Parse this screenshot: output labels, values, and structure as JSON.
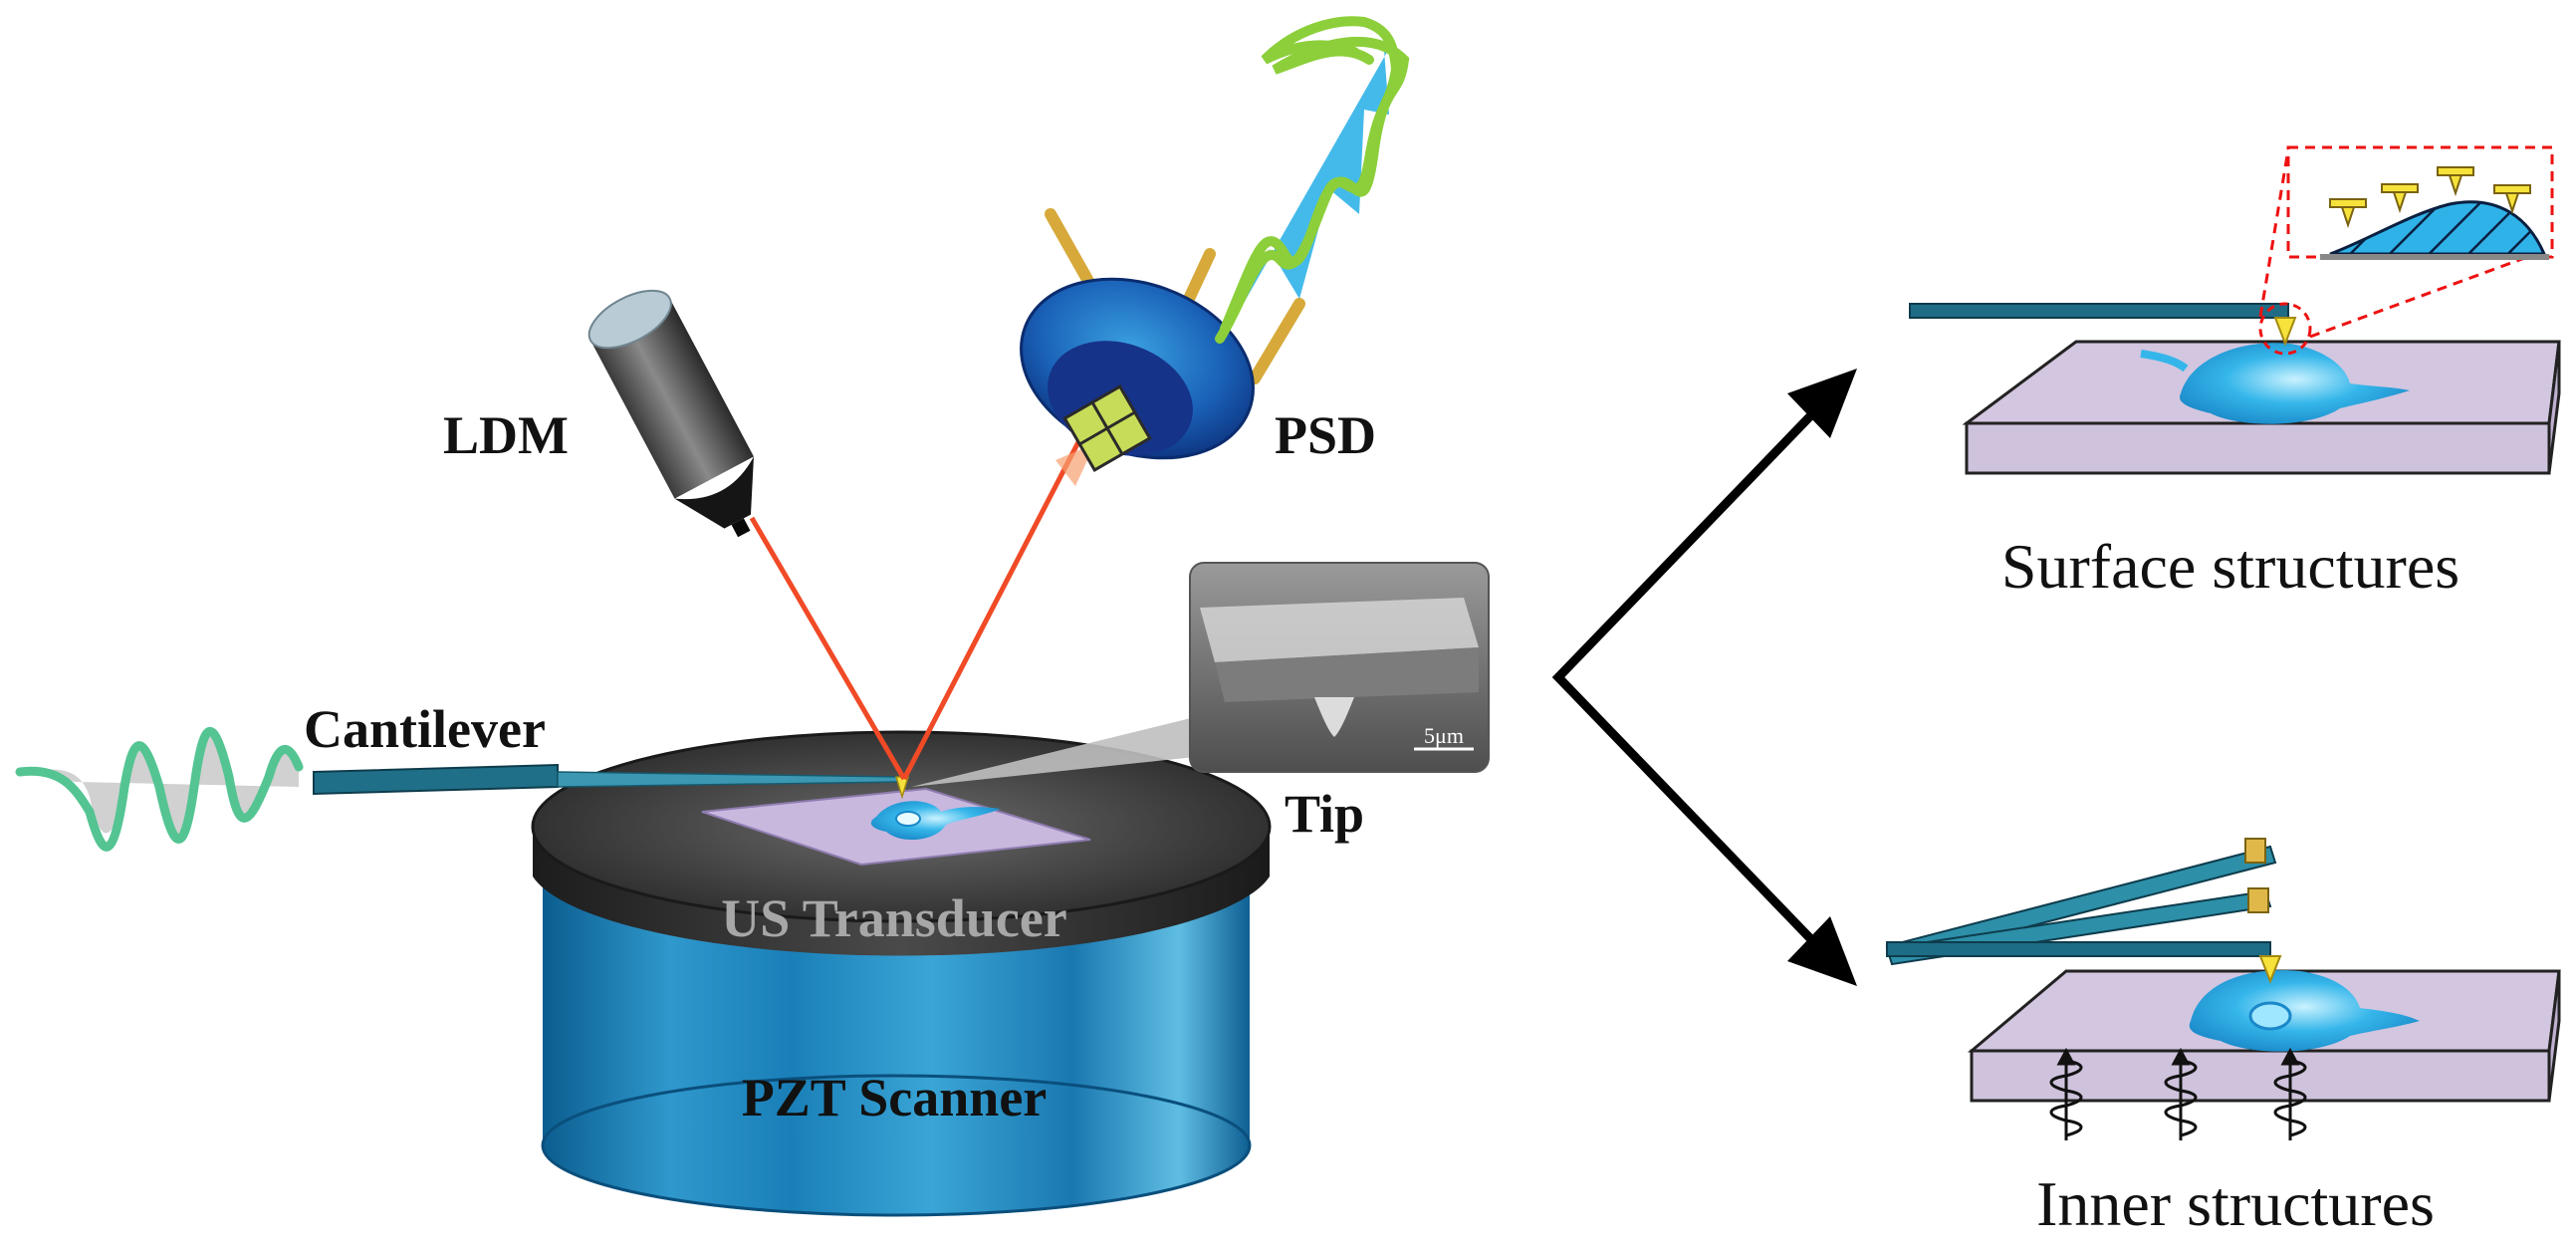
{
  "labels": {
    "ldm": "LDM",
    "psd": "PSD",
    "cantilever": "Cantilever",
    "tip": "Tip",
    "transducer": "US Transducer",
    "scanner": "PZT Scanner",
    "scale_bar": "5μm",
    "surface": "Surface structures",
    "inner": "Inner structures"
  },
  "colors": {
    "laser": "#f04a26",
    "wave_green": "#54c493",
    "cyan": "#2aa7e0",
    "substrate": "#d3c6e0",
    "cylinder_blue": "#2f93c6",
    "transducer_dark": "#2b2b2b",
    "gold": "#e0b84a"
  }
}
